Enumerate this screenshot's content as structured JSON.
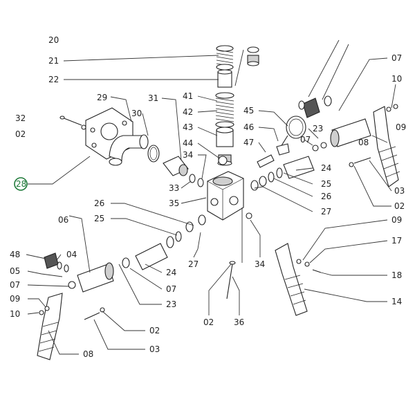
{
  "labels": {
    "l20": "20",
    "l21": "21",
    "l22": "22",
    "l29": "29",
    "l30": "30",
    "l31": "31",
    "l32": "32",
    "l02a": "02",
    "l41": "41",
    "l42": "42",
    "l43": "43",
    "l44": "44",
    "l34a": "34",
    "l33": "33",
    "l35": "35",
    "l28": "28",
    "l45": "45",
    "l46": "46",
    "l47": "47",
    "l07a": "07",
    "l10a": "10",
    "l09a": "09",
    "l08a": "08",
    "l23a": "23",
    "l07b": "07",
    "l24a": "24",
    "l25a": "25",
    "l26a": "26",
    "l27a": "27",
    "l03a": "03",
    "l02b": "02",
    "l26b": "26",
    "l25b": "25",
    "l06": "06",
    "l48": "48",
    "l04": "04",
    "l05": "05",
    "l07c": "07",
    "l09b": "09",
    "l10b": "10",
    "l24b": "24",
    "l07d": "07",
    "l23b": "23",
    "l27b": "27",
    "l02c": "02",
    "l03b": "03",
    "l08b": "08",
    "l02d": "02",
    "l36": "36",
    "l34b": "34",
    "l09c": "09",
    "l17": "17",
    "l18": "18",
    "l14": "14"
  },
  "highlighted_part": "28"
}
